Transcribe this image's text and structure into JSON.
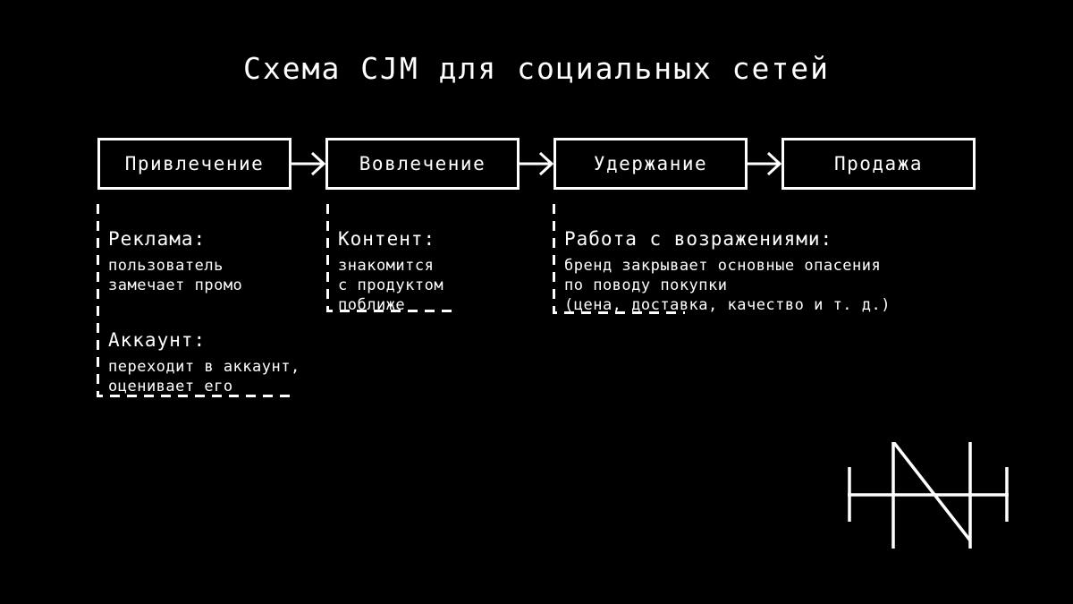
{
  "title": "Схема CJM для социальных сетей",
  "stages": [
    {
      "label": "Привлечение"
    },
    {
      "label": "Вовлечение"
    },
    {
      "label": "Удержание"
    },
    {
      "label": "Продажа"
    }
  ],
  "notes": [
    {
      "stage": "Привлечение",
      "items": [
        {
          "heading": "Реклама:",
          "body": "пользователь\nзамечает промо"
        },
        {
          "heading": "Аккаунт:",
          "body": "переходит в аккаунт,\nоценивает его"
        }
      ]
    },
    {
      "stage": "Вовлечение",
      "items": [
        {
          "heading": "Контент:",
          "body": "знакомится\nс продуктом\nпоближе"
        }
      ]
    },
    {
      "stage": "Удержание",
      "items": [
        {
          "heading": "Работа с возражениями:",
          "body": "бренд закрывает основные опасения\nпо поводу покупки\n(цена, доставка, качество и т. д.)"
        }
      ]
    }
  ],
  "icons": {
    "arrow": "arrow-right-icon",
    "logo": "hn-monogram-icon"
  },
  "colors": {
    "background": "#000000",
    "foreground": "#ffffff"
  }
}
